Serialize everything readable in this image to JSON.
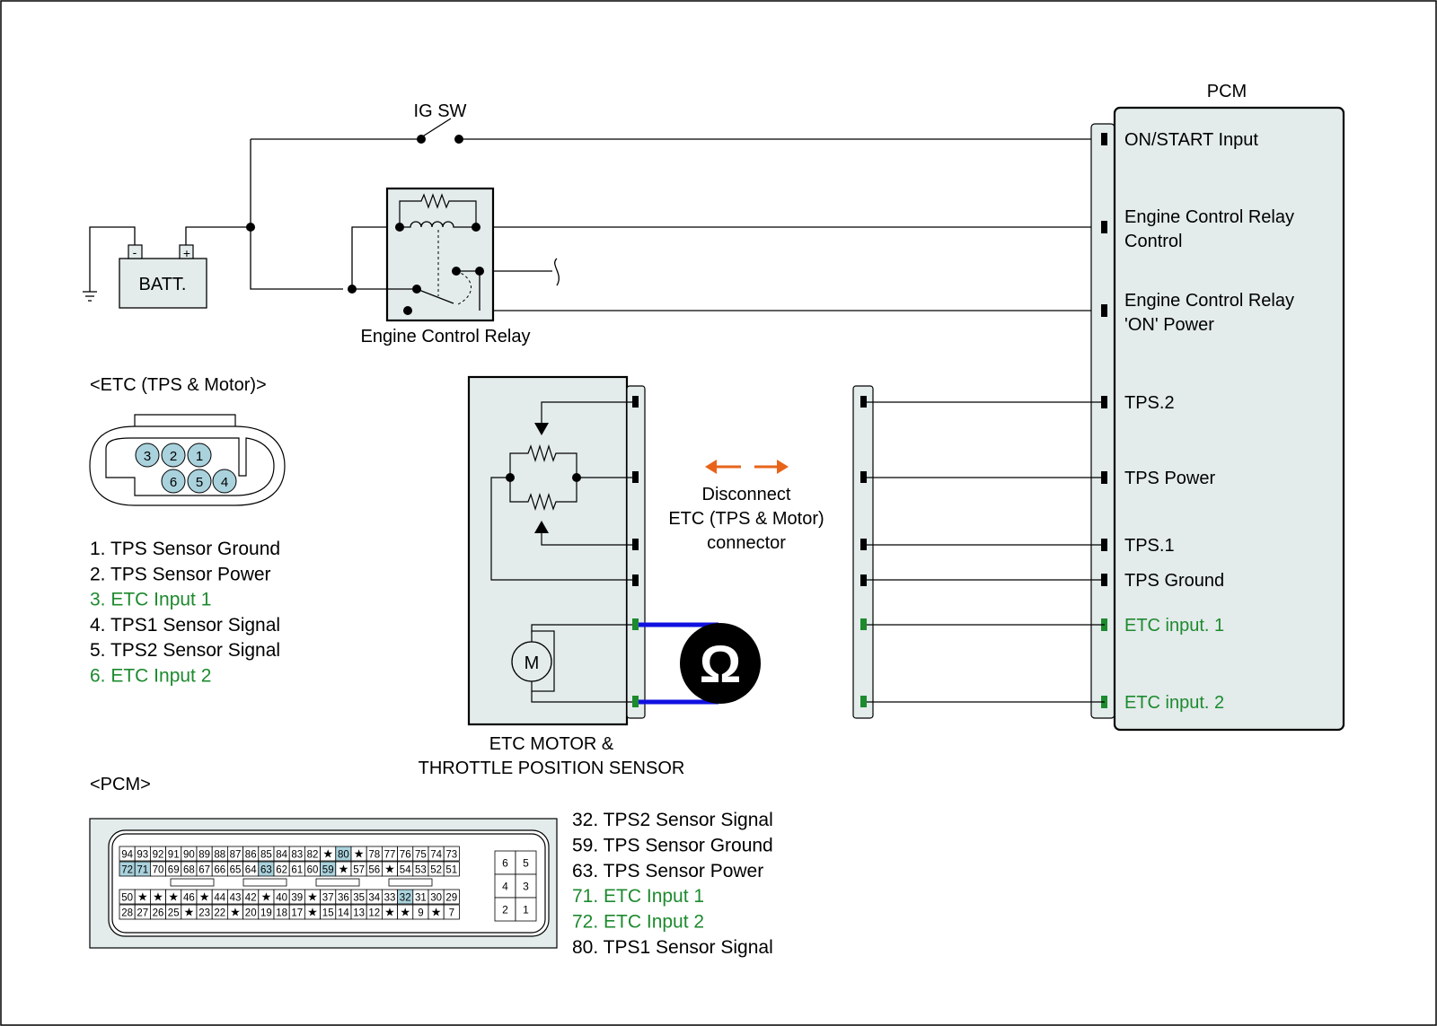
{
  "colors": {
    "line": "#000000",
    "panel_fill": "#e3ebeb",
    "green": "#1d8a2e",
    "blue_wire": "#1010e0",
    "orange": "#e8641a",
    "pin_highlight": "#a9d2dd",
    "pin_fill": "#ffffff",
    "connector_pin": "#a9d2dd"
  },
  "labels": {
    "ig_sw": "IG SW",
    "batt": "BATT.",
    "batt_minus": "-",
    "batt_plus": "+",
    "relay": "Engine Control Relay",
    "pcm_title": "PCM",
    "etc_module_line1": "ETC MOTOR &",
    "etc_module_line2": "THROTTLE POSITION SENSOR",
    "motor": "M",
    "ohm": "Ω",
    "disconnect_line1": "Disconnect",
    "disconnect_line2": "ETC (TPS & Motor)",
    "disconnect_line3": "connector",
    "etc_connector_title": "<ETC (TPS & Motor)>",
    "pcm_connector_title": "<PCM>"
  },
  "pcm_pins": [
    {
      "line1": "ON/START Input",
      "line2": "",
      "color": "black"
    },
    {
      "line1": "Engine Control Relay",
      "line2": "Control",
      "color": "black"
    },
    {
      "line1": "Engine Control Relay",
      "line2": "'ON' Power",
      "color": "black"
    },
    {
      "line1": "TPS.2",
      "line2": "",
      "color": "black"
    },
    {
      "line1": "TPS Power",
      "line2": "",
      "color": "black"
    },
    {
      "line1": "TPS.1",
      "line2": "",
      "color": "black"
    },
    {
      "line1": "TPS Ground",
      "line2": "",
      "color": "black"
    },
    {
      "line1": "ETC input. 1",
      "line2": "",
      "color": "green"
    },
    {
      "line1": "ETC input. 2",
      "line2": "",
      "color": "green"
    }
  ],
  "etc_connector": {
    "pins_top": [
      "3",
      "2",
      "1"
    ],
    "pins_bottom": [
      "6",
      "5",
      "4"
    ],
    "legend": [
      {
        "text": "1. TPS Sensor Ground",
        "color": "black"
      },
      {
        "text": "2. TPS Sensor Power",
        "color": "black"
      },
      {
        "text": "3. ETC Input 1",
        "color": "green"
      },
      {
        "text": "4. TPS1 Sensor Signal",
        "color": "black"
      },
      {
        "text": "5. TPS2 Sensor Signal",
        "color": "black"
      },
      {
        "text": "6. ETC Input 2",
        "color": "green"
      }
    ]
  },
  "pcm_connector": {
    "rows": [
      [
        "94",
        "93",
        "92",
        "91",
        "90",
        "89",
        "88",
        "87",
        "86",
        "85",
        "84",
        "83",
        "82",
        "★",
        "80",
        "★",
        "78",
        "77",
        "76",
        "75",
        "74",
        "73"
      ],
      [
        "72",
        "71",
        "70",
        "69",
        "68",
        "67",
        "66",
        "65",
        "64",
        "63",
        "62",
        "61",
        "60",
        "59",
        "★",
        "57",
        "56",
        "★",
        "54",
        "53",
        "52",
        "51"
      ],
      [
        "50",
        "★",
        "★",
        "★",
        "46",
        "★",
        "44",
        "43",
        "42",
        "★",
        "40",
        "39",
        "★",
        "37",
        "36",
        "35",
        "34",
        "33",
        "32",
        "31",
        "30",
        "29"
      ],
      [
        "28",
        "27",
        "26",
        "25",
        "★",
        "23",
        "22",
        "★",
        "20",
        "19",
        "18",
        "17",
        "★",
        "15",
        "14",
        "13",
        "12",
        "★",
        "★",
        "9",
        "★",
        "7"
      ]
    ],
    "highlighted": [
      "80",
      "72",
      "71",
      "63",
      "59",
      "32"
    ],
    "small_block": [
      [
        "6",
        "5"
      ],
      [
        "4",
        "3"
      ],
      [
        "2",
        "1"
      ]
    ],
    "legend": [
      {
        "text": "32. TPS2 Sensor Signal",
        "color": "black"
      },
      {
        "text": "59. TPS Sensor Ground",
        "color": "black"
      },
      {
        "text": "63. TPS Sensor Power",
        "color": "black"
      },
      {
        "text": "71. ETC Input 1",
        "color": "green"
      },
      {
        "text": "72. ETC Input 2",
        "color": "green"
      },
      {
        "text": "80. TPS1 Sensor Signal",
        "color": "black"
      }
    ]
  }
}
